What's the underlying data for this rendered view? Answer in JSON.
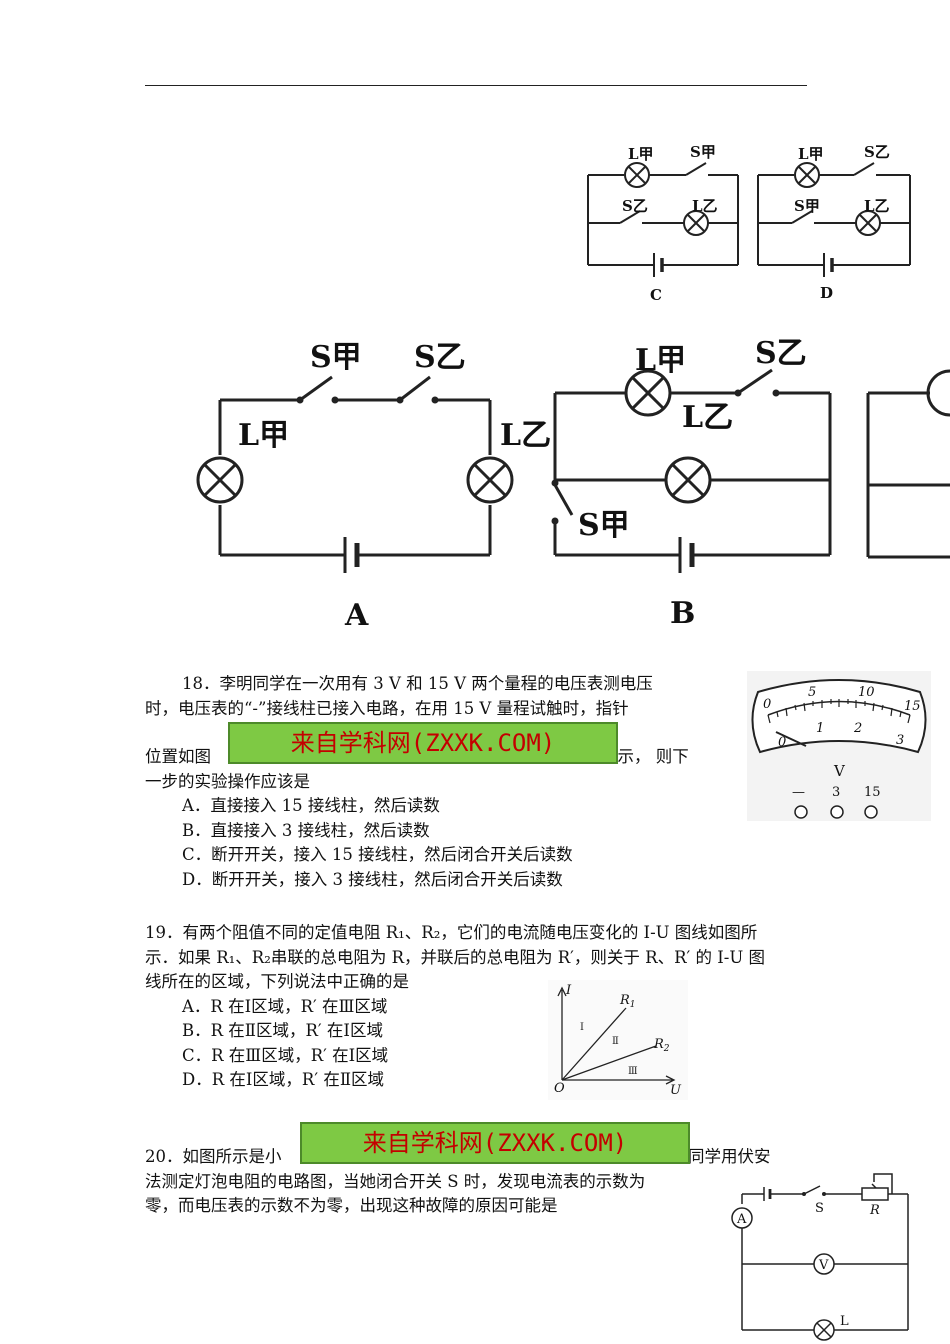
{
  "watermark": "来自学科网(ZXXK.COM)",
  "circuits": {
    "labels": {
      "A": "A",
      "B": "B",
      "C": "C",
      "D": "D"
    },
    "l_jia": "L甲",
    "l_yi": "L乙",
    "s_jia": "S甲",
    "s_yi": "S乙"
  },
  "q18": {
    "line1": "18．李明同学在一次用有 3 V 和 15 V 两个量程的电压表测电压",
    "line2": "时，电压表的“-”接线柱已接入电路，在用 15 V 量程试触时，指针",
    "line3a": "位置如图",
    "line3b": "所示，  则下",
    "line4": "一步的实验操作应该是",
    "options": [
      "A．直接接入 15 接线柱，然后读数",
      "B．直接接入 3 接线柱，然后读数",
      "C．断开开关，接入 15 接线柱，然后闭合开关后读数",
      "D．断开开关，接入 3 接线柱，然后闭合开关后读数"
    ],
    "meter": {
      "upper_scale": [
        "0",
        "5",
        "10",
        "15"
      ],
      "lower_scale": [
        "0",
        "1",
        "2",
        "3"
      ],
      "unit": "V",
      "terminals": [
        "—",
        "3",
        "15"
      ]
    }
  },
  "q19": {
    "line1": "19．有两个阻值不同的定值电阻 R₁、R₂，它们的电流随电压变化的 I-U 图线如图所",
    "line2": "示．如果 R₁、R₂串联的总电阻为 R，并联后的总电阻为 R′，则关于 R、R′ 的 I-U 图",
    "line3": "线所在的区域，下列说法中正确的是",
    "options": [
      "A．R 在Ⅰ区域，R′ 在Ⅲ区域",
      "B．R 在Ⅱ区域，R′ 在Ⅰ区域",
      "C．R 在Ⅲ区域，R′ 在Ⅰ区域",
      "D．R 在Ⅰ区域，R′ 在Ⅱ区域"
    ],
    "graph": {
      "i_axis": "I",
      "u_axis": "U",
      "origin": "O",
      "r1": "R",
      "r1_sub": "1",
      "r2": "R",
      "r2_sub": "2",
      "regions": [
        "Ⅰ",
        "Ⅱ",
        "Ⅲ"
      ]
    }
  },
  "q20": {
    "line1a": "20．如图所示是小",
    "line1b": "兰同学用伏安",
    "line2": "法测定灯泡电阻的电路图，当她闭合开关 S 时，发现电流表的示数为",
    "line3": "零，而电压表的示数不为零，出现这种故障的原因可能是",
    "circuit": {
      "ammeter": "A",
      "voltmeter": "V",
      "switch": "S",
      "rheostat": "R",
      "lamp": "L"
    }
  }
}
